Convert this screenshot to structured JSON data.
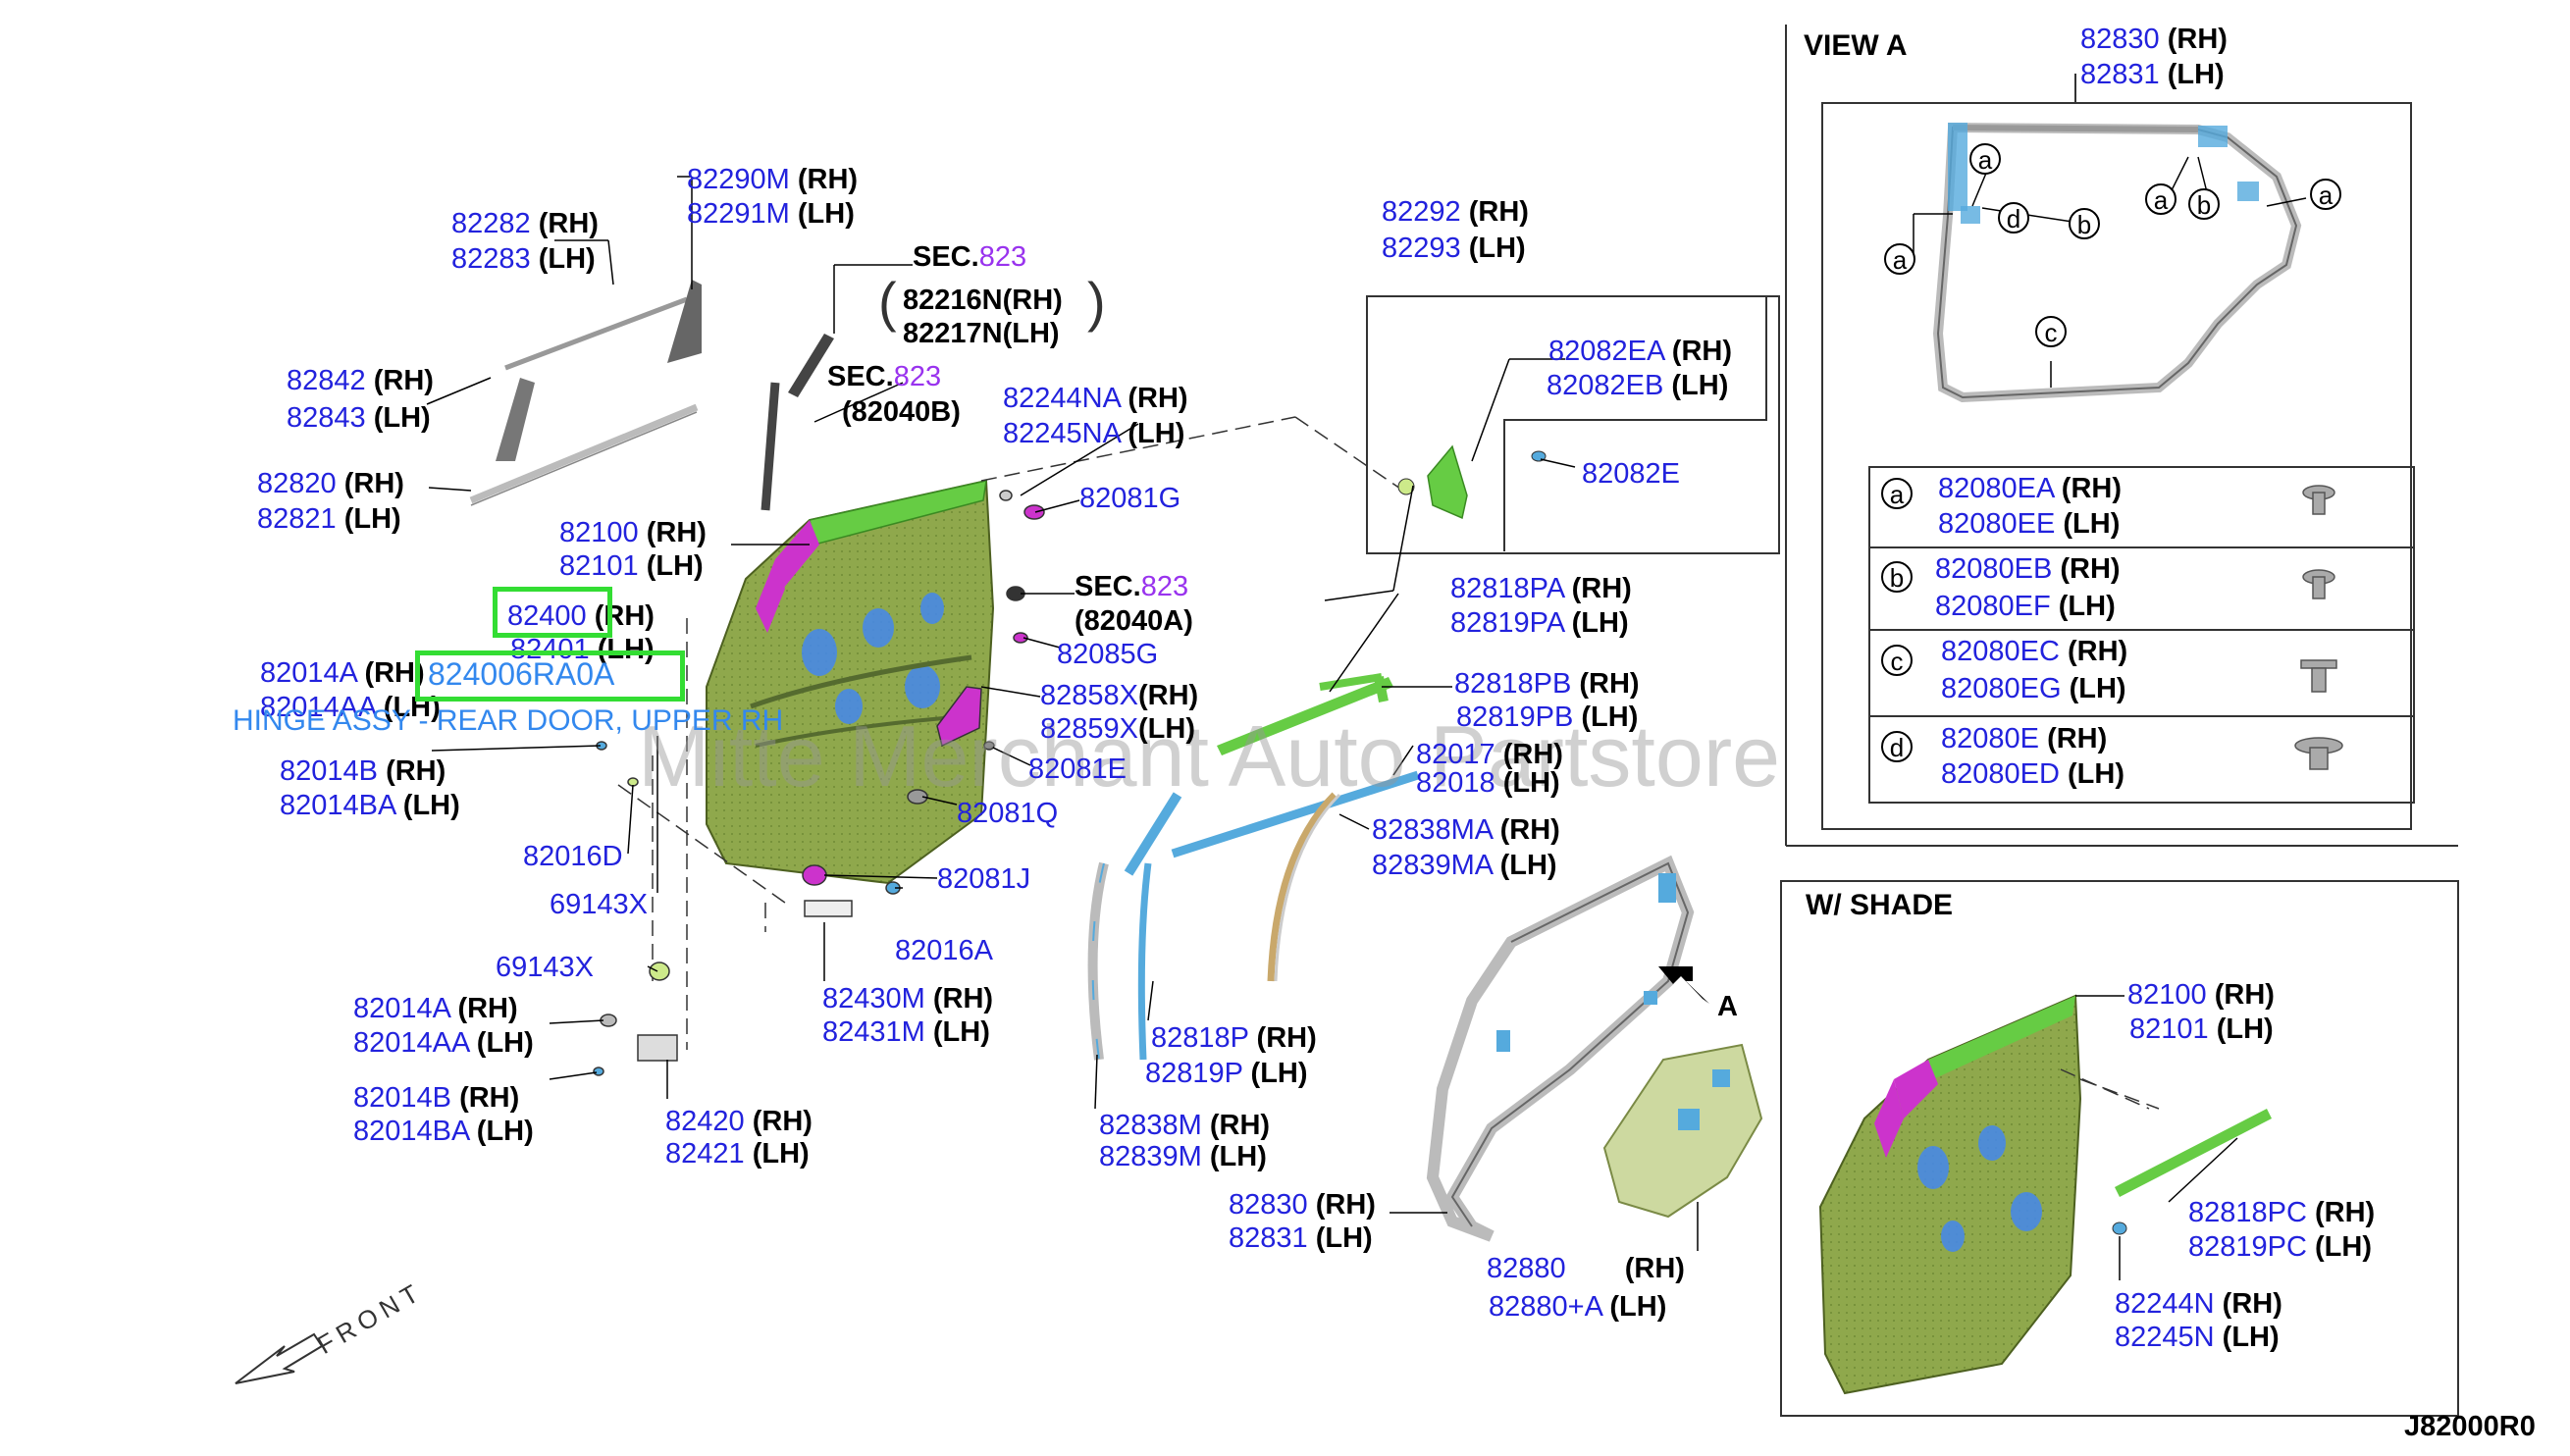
{
  "diagram_code": "J82000R0",
  "watermark": "Mitte Merchant Auto Partstore",
  "callout": {
    "highlight1": "82400",
    "highlight2": "824006RA0A",
    "description": "HINGE ASSY - REAR DOOR, UPPER RH"
  },
  "suffix": {
    "rh": "(RH)",
    "lh": "(LH)"
  },
  "sec": {
    "word": "SEC.",
    "num": "823"
  },
  "labels": {
    "p82290M": "82290M",
    "p82291M": "82291M",
    "p82282": "82282",
    "p82283": "82283",
    "p82842": "82842",
    "p82843": "82843",
    "p82820": "82820",
    "p82821": "82821",
    "p82216N": "82216N",
    "p82217N": "82217N",
    "p82040B": "(82040B)",
    "p82244NA": "82244NA",
    "p82245NA": "82245NA",
    "p82081G": "82081G",
    "p82100": "82100",
    "p82101": "82101",
    "p82040A": "(82040A)",
    "p82401": "82401",
    "p82085G": "82085G",
    "p82014A": "82014A",
    "p82014AA": "82014AA",
    "p82858X": "82858X",
    "p82859X": "82859X",
    "p82081E": "82081E",
    "p82014B": "82014B",
    "p82014BA": "82014BA",
    "p82081Q": "82081Q",
    "p82016D": "82016D",
    "p69143X": "69143X",
    "p82081J": "82081J",
    "p82016A": "82016A",
    "p82430M": "82430M",
    "p82431M": "82431M",
    "p82420": "82420",
    "p82421": "82421",
    "p82292": "82292",
    "p82293": "82293",
    "p82082EA": "82082EA",
    "p82082EB": "82082EB",
    "p82082E": "82082E",
    "p82818PA": "82818PA",
    "p82819PA": "82819PA",
    "p82818PB": "82818PB",
    "p82819PB": "82819PB",
    "p82017": "82017",
    "p82018": "82018",
    "p82838MA": "82838MA",
    "p82839MA": "82839MA",
    "p82818P": "82818P",
    "p82819P": "82819P",
    "p82838M": "82838M",
    "p82839M": "82839M",
    "p82830": "82830",
    "p82831": "82831",
    "p82880": "82880",
    "p82880A": "82880+A",
    "p82818PC": "82818PC",
    "p82819PC": "82819PC",
    "p82244N": "82244N",
    "p82245N": "82245N",
    "arrowA": "A",
    "front": "FRONT"
  },
  "view_a": {
    "title": "VIEW A",
    "p82830": "82830",
    "p82831": "82831",
    "markers": [
      "a",
      "b",
      "c",
      "d"
    ],
    "table": [
      {
        "key": "a",
        "rh": "82080EA",
        "lh": "82080EE"
      },
      {
        "key": "b",
        "rh": "82080EB",
        "lh": "82080EF"
      },
      {
        "key": "c",
        "rh": "82080EC",
        "lh": "82080EG"
      },
      {
        "key": "d",
        "rh": "82080E",
        "lh": "82080ED"
      }
    ]
  },
  "w_shade": {
    "title": "W/ SHADE",
    "p82100": "82100",
    "p82101": "82101"
  },
  "colors": {
    "part_number": "#2222dd",
    "sec_number": "#9933ee",
    "highlight": "#33dd33",
    "callout": "#3388ee",
    "door_panel": "#8da64a",
    "glass_run": "#66cc44",
    "trim": "#cc33cc",
    "seal": "#55aadd"
  }
}
